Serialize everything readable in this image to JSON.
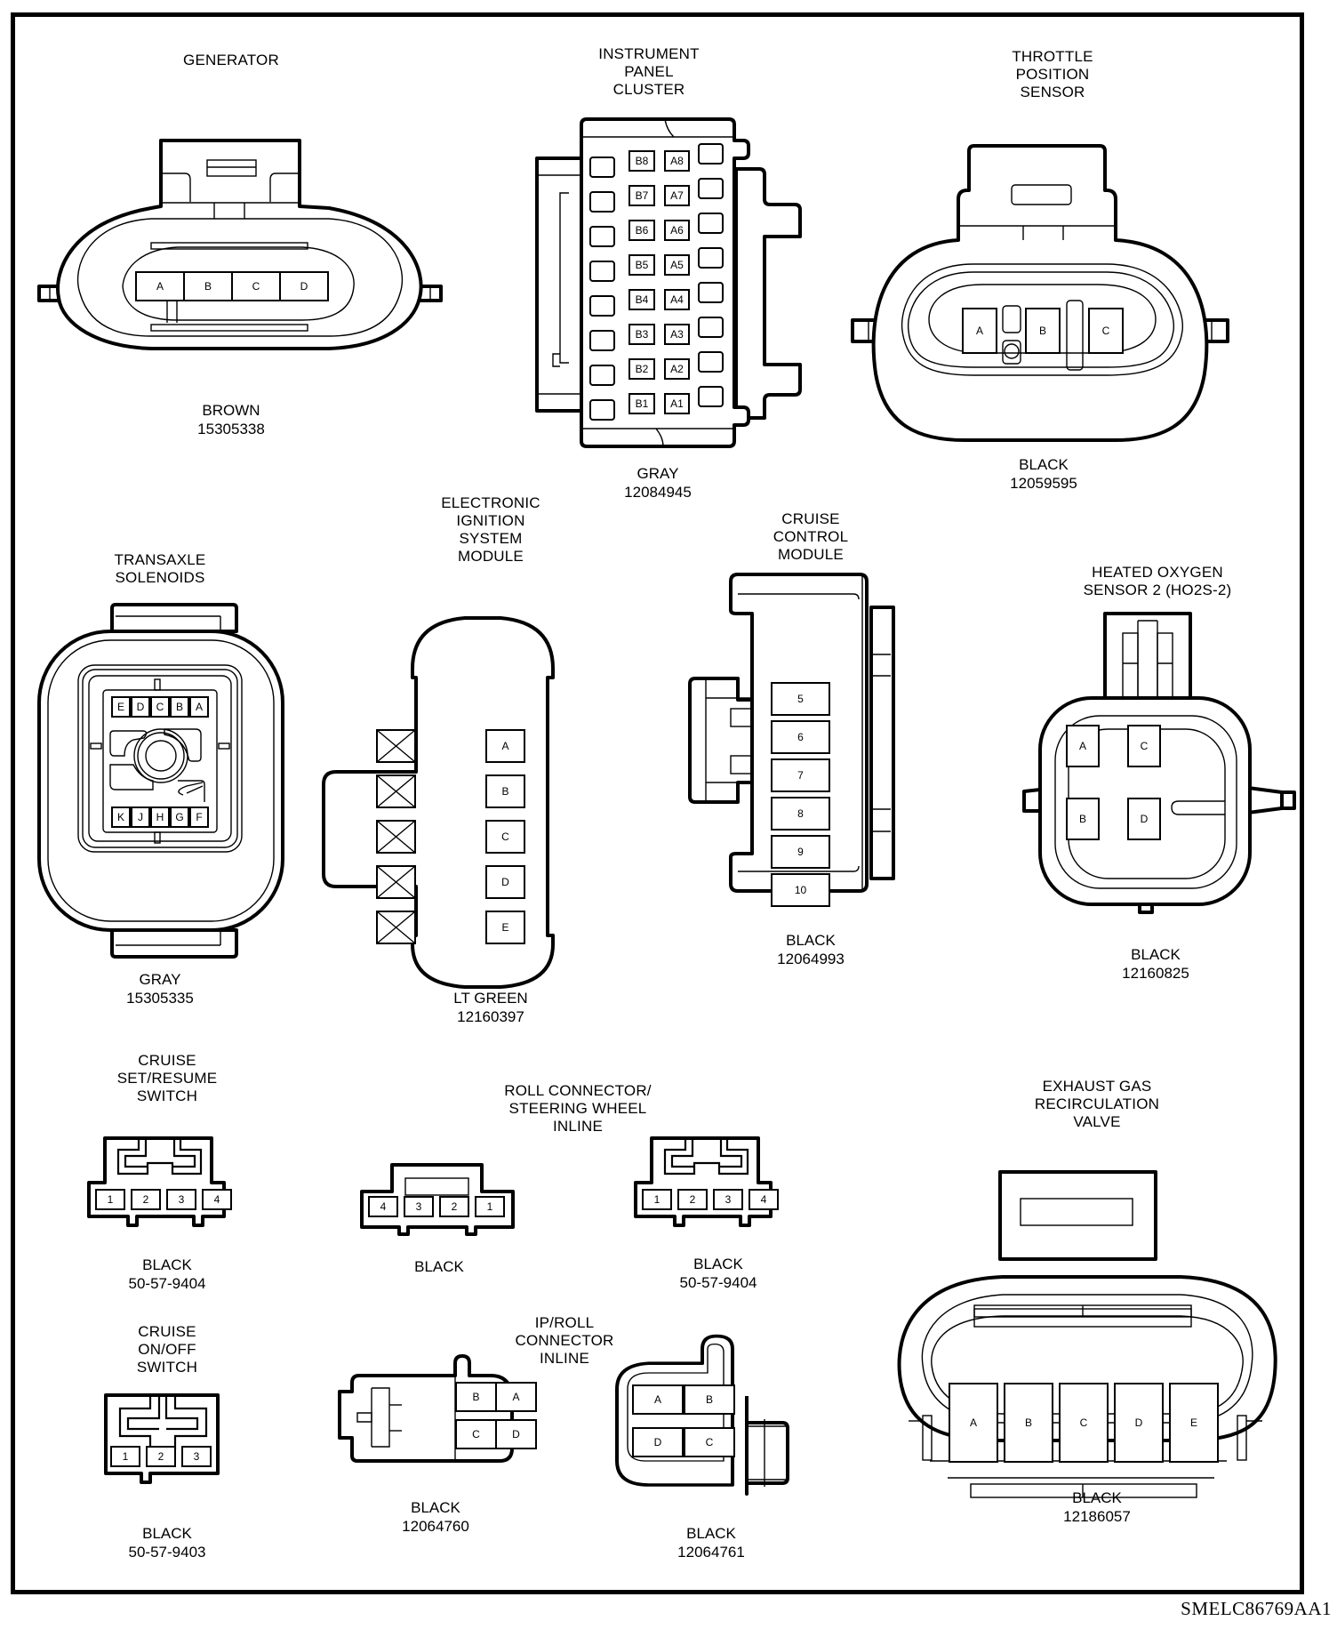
{
  "figure_id": "SMELC86769AA1",
  "connectors": {
    "generator": {
      "title": "GENERATOR",
      "color": "BROWN",
      "part": "15305338",
      "pins": [
        "A",
        "B",
        "C",
        "D"
      ]
    },
    "ipc": {
      "title": "INSTRUMENT\nPANEL\nCLUSTER",
      "color": "GRAY",
      "part": "12084945",
      "pins_b": [
        "B8",
        "B7",
        "B6",
        "B5",
        "B4",
        "B3",
        "B2",
        "B1"
      ],
      "pins_a": [
        "A8",
        "A7",
        "A6",
        "A5",
        "A4",
        "A3",
        "A2",
        "A1"
      ]
    },
    "tps": {
      "title": "THROTTLE\nPOSITION\nSENSOR",
      "color": "BLACK",
      "part": "12059595",
      "pins": [
        "A",
        "B",
        "C"
      ]
    },
    "transaxle": {
      "title": "TRANSAXLE\nSOLENOIDS",
      "color": "GRAY",
      "part": "15305335",
      "pins_top": [
        "E",
        "D",
        "C",
        "B",
        "A"
      ],
      "pins_bottom": [
        "K",
        "J",
        "H",
        "G",
        "F"
      ]
    },
    "eis": {
      "title": "ELECTRONIC\nIGNITION\nSYSTEM\nMODULE",
      "color": "LT GREEN",
      "part": "12160397",
      "pins": [
        "A",
        "B",
        "C",
        "D",
        "E"
      ]
    },
    "ccm": {
      "title": "CRUISE\nCONTROL\nMODULE",
      "color": "BLACK",
      "part": "12064993",
      "pins": [
        "5",
        "6",
        "7",
        "8",
        "9",
        "10"
      ]
    },
    "ho2s": {
      "title": "HEATED OXYGEN\nSENSOR 2 (HO2S-2)",
      "color": "BLACK",
      "part": "12160825",
      "pins": [
        "A",
        "C",
        "B",
        "D"
      ]
    },
    "set_resume": {
      "title": "CRUISE\nSET/RESUME\nSWITCH",
      "color": "BLACK",
      "part": "50-57-9404",
      "pins": [
        "1",
        "2",
        "3",
        "4"
      ]
    },
    "roll_inline": {
      "title": "ROLL CONNECTOR/\nSTEERING WHEEL\nINLINE",
      "left": {
        "color": "BLACK",
        "pins": [
          "4",
          "3",
          "2",
          "1"
        ]
      },
      "right": {
        "color": "BLACK",
        "part": "50-57-9404",
        "pins": [
          "1",
          "2",
          "3",
          "4"
        ]
      }
    },
    "egr": {
      "title": "EXHAUST GAS\nRECIRCULATION\nVALVE",
      "color": "BLACK",
      "part": "12186057",
      "pins": [
        "A",
        "B",
        "C",
        "D",
        "E"
      ]
    },
    "on_off": {
      "title": "CRUISE\nON/OFF\nSWITCH",
      "color": "BLACK",
      "part": "50-57-9403",
      "pins": [
        "1",
        "2",
        "3"
      ]
    },
    "ip_roll": {
      "title": "IP/ROLL\nCONNECTOR\nINLINE",
      "left": {
        "color": "BLACK",
        "part": "12064760",
        "pins": [
          "B",
          "A",
          "C",
          "D"
        ]
      },
      "right": {
        "color": "BLACK",
        "part": "12064761",
        "pins": [
          "A",
          "B",
          "D",
          "C"
        ]
      }
    }
  }
}
